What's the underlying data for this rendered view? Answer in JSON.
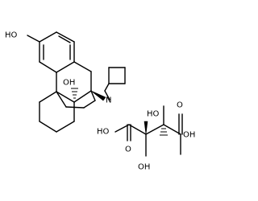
{
  "labels": {
    "phenol_oh": "HO",
    "c14_oh": "OH",
    "nitrogen": "N",
    "tartaric_left_oh": "HO",
    "tartaric_upper_oh": "HO",
    "tartaric_right_oh": "OH",
    "tartaric_lower_oh": "OH",
    "carbonyl_o_left": "O",
    "carbonyl_o_right": "O"
  },
  "colors": {
    "bond": "#000000",
    "background": "#ffffff"
  }
}
